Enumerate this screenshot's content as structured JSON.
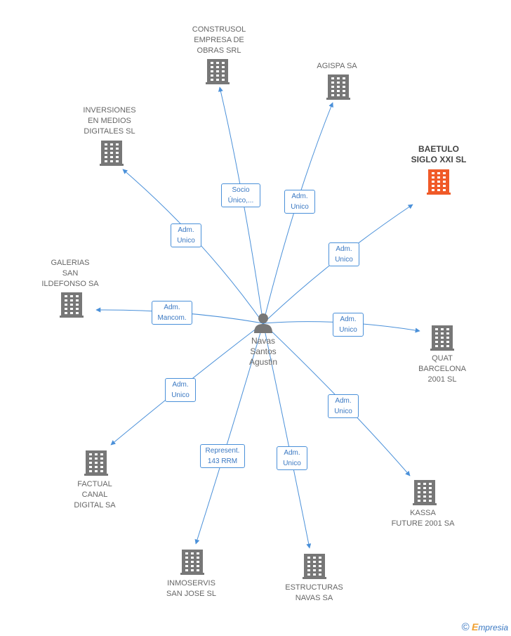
{
  "center": {
    "name": "Navas\nSantos\nAgustin"
  },
  "companies": [
    {
      "id": "construsol",
      "name": "CONSTRUSOL\nEMPRESA DE\nOBRAS SRL",
      "highlight": false
    },
    {
      "id": "agispa",
      "name": "AGISPA SA",
      "highlight": false
    },
    {
      "id": "inversiones",
      "name": "INVERSIONES\nEN MEDIOS\nDIGITALES  SL",
      "highlight": false
    },
    {
      "id": "baetulo",
      "name": "BAETULO\nSIGLO XXI SL",
      "highlight": true
    },
    {
      "id": "galerias",
      "name": "GALERIAS\nSAN\nILDEFONSO SA",
      "highlight": false
    },
    {
      "id": "quat",
      "name": "QUAT\nBARCELONA\n2001 SL",
      "highlight": false
    },
    {
      "id": "factual",
      "name": "FACTUAL\nCANAL\nDIGITAL SA",
      "highlight": false
    },
    {
      "id": "kassa",
      "name": "KASSA\nFUTURE 2001 SA",
      "highlight": false
    },
    {
      "id": "inmoservis",
      "name": "INMOSERVIS\nSAN JOSE  SL",
      "highlight": false
    },
    {
      "id": "estructuras",
      "name": "ESTRUCTURAS\nNAVAS SA",
      "highlight": false
    }
  ],
  "relations": [
    {
      "target": "construsol",
      "label": "Socio\nÚnico,..."
    },
    {
      "target": "agispa",
      "label": "Adm.\nUnico"
    },
    {
      "target": "inversiones",
      "label": "Adm.\nUnico"
    },
    {
      "target": "baetulo",
      "label": "Adm.\nUnico"
    },
    {
      "target": "galerias",
      "label": "Adm.\nMancom."
    },
    {
      "target": "quat",
      "label": "Adm.\nUnico"
    },
    {
      "target": "factual",
      "label": "Adm.\nUnico"
    },
    {
      "target": "kassa",
      "label": "Adm.\nUnico"
    },
    {
      "target": "inmoservis",
      "label": "Represent.\n143 RRM"
    },
    {
      "target": "estructuras",
      "label": "Adm.\nUnico"
    }
  ],
  "colors": {
    "edge": "#4a90d9",
    "building": "#777777",
    "building_highlight": "#f05a28",
    "person": "#777777"
  },
  "footer": {
    "copyright": "©",
    "brand_initial": "E",
    "brand_rest": "mpresia"
  }
}
